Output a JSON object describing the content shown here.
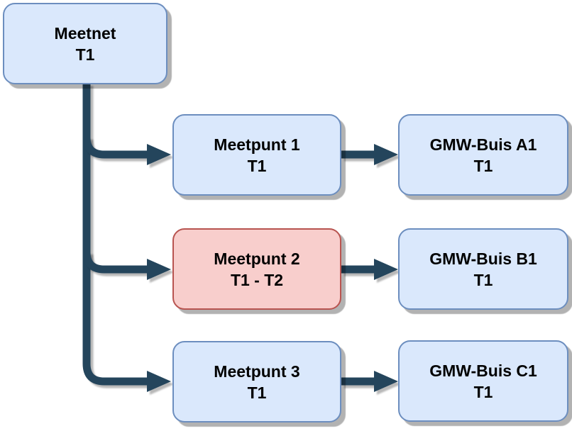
{
  "diagram": {
    "type": "flowchart",
    "colors": {
      "node_fill_blue": "#dae8fc",
      "node_border_blue": "#6c8ebf",
      "node_fill_red": "#f8cecc",
      "node_border_red": "#b85450",
      "connector": "#24455c",
      "text": "#000000",
      "background": "#ffffff"
    },
    "nodes": [
      {
        "id": "meetnet",
        "label": "Meetnet",
        "sublabel": "T1",
        "variant": "blue"
      },
      {
        "id": "meetpunt-1",
        "label": "Meetpunt 1",
        "sublabel": "T1",
        "variant": "blue"
      },
      {
        "id": "meetpunt-2",
        "label": "Meetpunt 2",
        "sublabel": "T1 - T2",
        "variant": "red"
      },
      {
        "id": "meetpunt-3",
        "label": "Meetpunt 3",
        "sublabel": "T1",
        "variant": "blue"
      },
      {
        "id": "gmw-buis-a1",
        "label": "GMW-Buis A1",
        "sublabel": "T1",
        "variant": "blue"
      },
      {
        "id": "gmw-buis-b1",
        "label": "GMW-Buis B1",
        "sublabel": "T1",
        "variant": "blue"
      },
      {
        "id": "gmw-buis-c1",
        "label": "GMW-Buis C1",
        "sublabel": "T1",
        "variant": "blue"
      }
    ],
    "edges": [
      {
        "from": "meetnet",
        "to": "meetpunt-1"
      },
      {
        "from": "meetnet",
        "to": "meetpunt-2"
      },
      {
        "from": "meetnet",
        "to": "meetpunt-3"
      },
      {
        "from": "meetpunt-1",
        "to": "gmw-buis-a1"
      },
      {
        "from": "meetpunt-2",
        "to": "gmw-buis-b1"
      },
      {
        "from": "meetpunt-3",
        "to": "gmw-buis-c1"
      }
    ]
  }
}
